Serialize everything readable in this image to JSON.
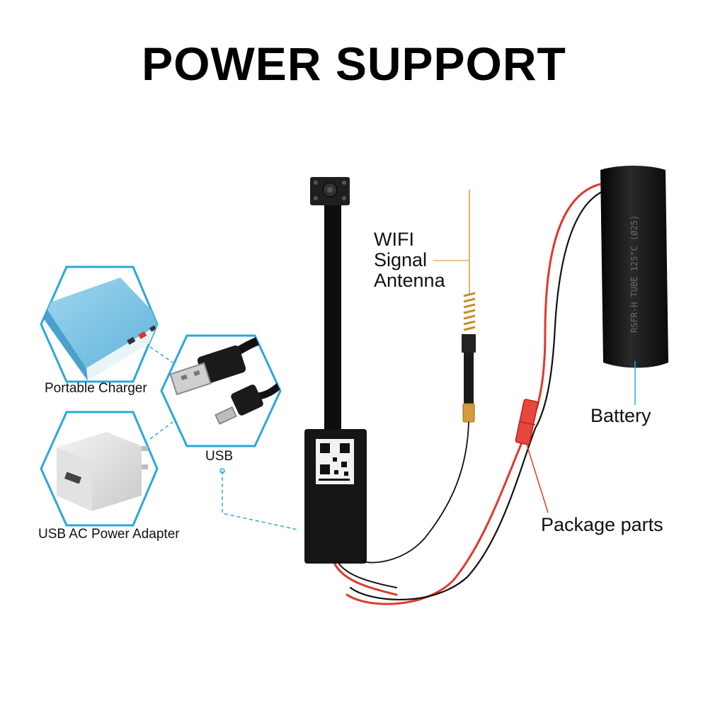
{
  "title": "POWER SUPPORT",
  "labels": {
    "portable_charger": "Portable Charger",
    "usb_ac_adapter": "USB AC Power Adapter",
    "usb": "USB",
    "antenna_line1": "WIFI",
    "antenna_line2": "Signal",
    "antenna_line3": "Antenna",
    "battery": "Battery",
    "package_parts": "Package parts"
  },
  "colors": {
    "hex_frame": "#29a8d9",
    "charger_body": "#7fc6e6",
    "red_wire": "#e0392f",
    "black_wire": "#111111",
    "module": "#1b1b1b",
    "connector": "#e8473e"
  },
  "icons": [
    "power-bank-icon",
    "usb-cable-icon",
    "ac-adapter-icon",
    "camera-module-icon",
    "antenna-icon",
    "battery-icon",
    "connector-icon"
  ]
}
